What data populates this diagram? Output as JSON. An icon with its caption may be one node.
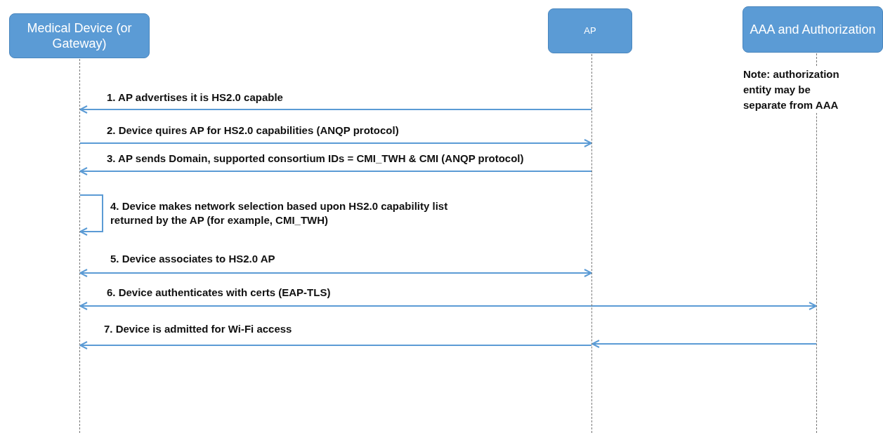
{
  "diagram": {
    "nodes": [
      {
        "text": [
          "Medical Device (or Gateway)"
        ]
      },
      {
        "text": [
          "AP"
        ]
      },
      {
        "text": [
          "AAA and Authorization"
        ]
      },
      {
        "text": [],
        "shape": "line"
      },
      {
        "text": [],
        "shape": "line"
      },
      {
        "text": [],
        "shape": "line"
      }
    ],
    "edges": [
      {
        "from": 4,
        "to": 3,
        "arrow": "to",
        "label": "1. AP advertises it is HS2.0 capable"
      },
      {
        "from": 3,
        "to": 4,
        "arrow": "to",
        "label": "2. Device quires AP for HS2.0 capabilities (ANQP protocol)"
      },
      {
        "from": 4,
        "to": 3,
        "arrow": "to",
        "label": "3. AP sends Domain,  supported consortium IDs = CMI_TWH & CMI (ANQP protocol)"
      },
      {
        "from": 3,
        "to": 3,
        "arrow": "to",
        "label": "4. Device makes network selection based upon HS2.0 capability list returned by the AP (for example, CMI_TWH)"
      },
      {
        "from": 3,
        "to": 4,
        "arrow": "both",
        "label": "5. Device associates to HS2.0 AP"
      },
      {
        "from": 3,
        "to": 5,
        "arrow": "both",
        "label": "6. Device authenticates with certs (EAP-TLS)"
      },
      {
        "from": 5,
        "to": 4,
        "arrow": "to"
      },
      {
        "from": 4,
        "to": 3,
        "arrow": "to",
        "label": "7. Device is admitted for Wi-Fi access"
      }
    ],
    "labels": [
      "Note: authorization entity may be separate from AAA"
    ]
  }
}
